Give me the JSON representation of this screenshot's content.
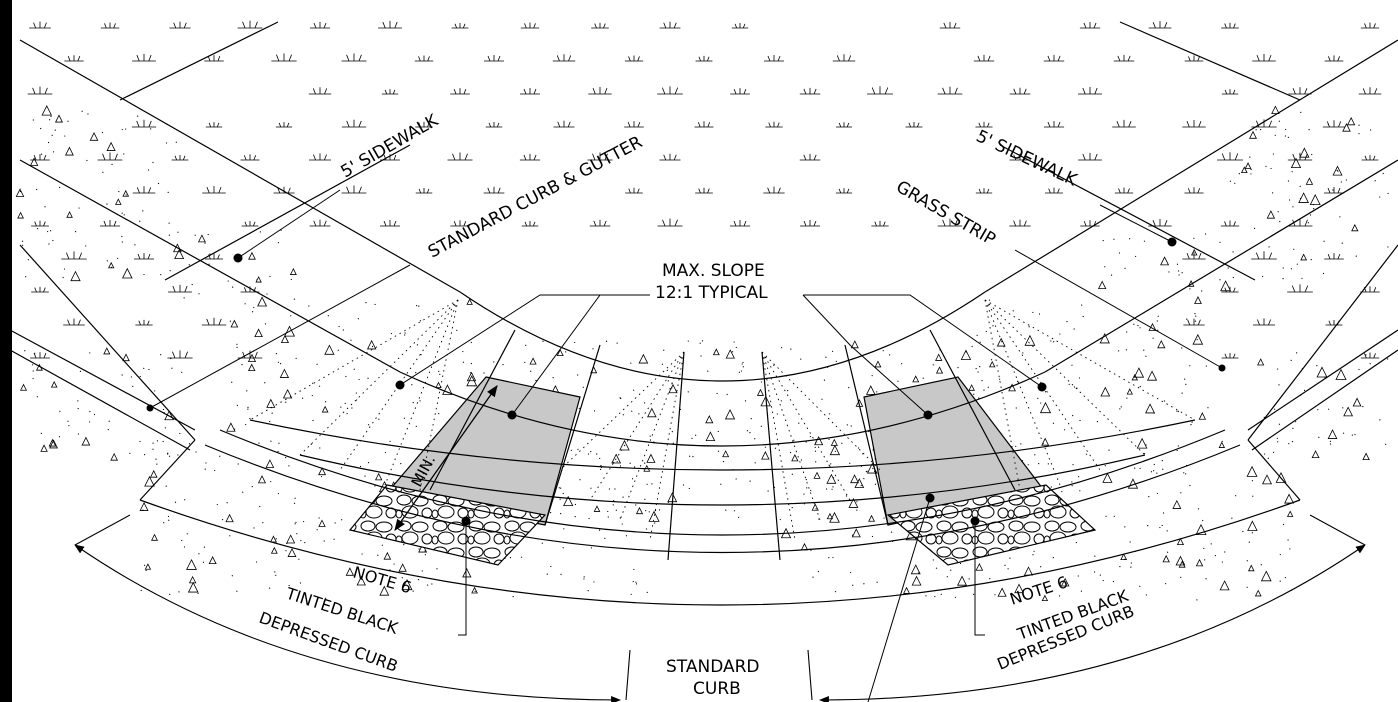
{
  "labels": {
    "sidewalk_left": "5' SIDEWALK",
    "curb_gutter": "STANDARD CURB & GUTTER",
    "sidewalk_right": "5' SIDEWALK",
    "grass_strip": "GRASS STRIP",
    "max_slope_1": "MAX. SLOPE",
    "max_slope_2": "12:1 TYPICAL",
    "min": "MIN.",
    "note6_left": "NOTE 6",
    "tinted_left": "TINTED BLACK",
    "depressed_left": "DEPRESSED CURB",
    "note6_right": "NOTE 6",
    "tinted_right": "TINTED BLACK",
    "depressed_right": "DEPRESSED CURB",
    "standard_curb_1": "STANDARD",
    "standard_curb_2": "CURB"
  },
  "colors": {
    "ink": "#000000",
    "ramp_fill": "#c8c8c8",
    "paper": "#ffffff"
  },
  "icons": {
    "grass": "grass-tuft-icon",
    "aggregate": "triangle-aggregate-icon",
    "cobble": "cobblestone-hatch-icon",
    "leader": "leader-dot-icon"
  }
}
